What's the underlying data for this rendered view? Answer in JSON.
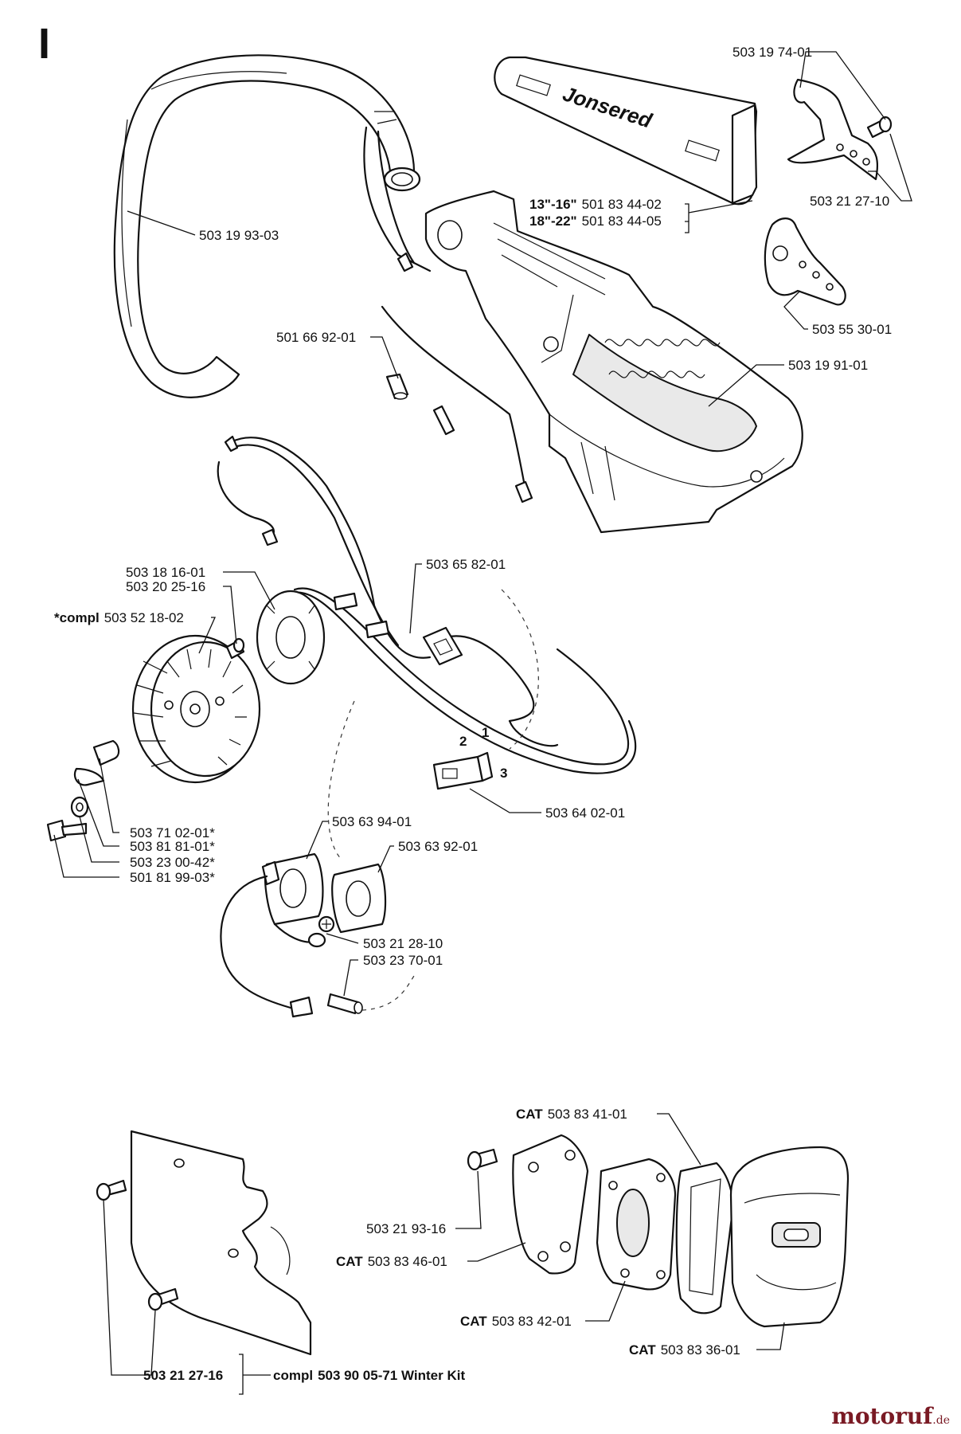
{
  "page_letter": "I",
  "brand_on_cover": "Jonsered",
  "watermark": {
    "name": "motoruf",
    "domain": ".de"
  },
  "labels": {
    "p503197401": {
      "prefix": "",
      "number": "503 19 74-01"
    },
    "p503212710": {
      "prefix": "",
      "number": "503 21 27-10"
    },
    "p501834402": {
      "prefix": "13\"-16\"",
      "number": "501 83 44-02"
    },
    "p501834405": {
      "prefix": "18\"-22\"",
      "number": "501 83 44-05"
    },
    "p503199303": {
      "prefix": "",
      "number": "503 19 93-03"
    },
    "p503553001": {
      "prefix": "",
      "number": "503 55 30-01"
    },
    "p501669201": {
      "prefix": "",
      "number": "501 66 92-01"
    },
    "p503199101": {
      "prefix": "",
      "number": "503 19 91-01"
    },
    "p503181601": {
      "prefix": "",
      "number": "503 18 16-01"
    },
    "p503202516": {
      "prefix": "",
      "number": "503 20 25-16"
    },
    "p503521802": {
      "prefix": "*compl",
      "number": "503 52 18-02"
    },
    "p503658201": {
      "prefix": "",
      "number": "503 65 82-01"
    },
    "p503640201": {
      "prefix": "",
      "number": "503 64 02-01"
    },
    "p503710201": {
      "prefix": "",
      "number": "503 71 02-01*"
    },
    "p503818101": {
      "prefix": "",
      "number": "503 81 81-01*"
    },
    "p503230042": {
      "prefix": "",
      "number": "503 23 00-42*"
    },
    "p501819903": {
      "prefix": "",
      "number": "501 81 99-03*"
    },
    "p503639401": {
      "prefix": "",
      "number": "503 63 94-01"
    },
    "p503639201": {
      "prefix": "",
      "number": "503 63 92-01"
    },
    "p503212810": {
      "prefix": "",
      "number": "503 21 28-10"
    },
    "p503237001": {
      "prefix": "",
      "number": "503 23 70-01"
    },
    "p503834101": {
      "prefix": "CAT",
      "number": "503 83 41-01"
    },
    "p503219316": {
      "prefix": "",
      "number": "503 21 93-16"
    },
    "p503834601": {
      "prefix": "CAT",
      "number": "503 83 46-01"
    },
    "p503834201": {
      "prefix": "CAT",
      "number": "503 83 42-01"
    },
    "p503833601": {
      "prefix": "CAT",
      "number": "503 83 36-01"
    },
    "p503212716": {
      "prefix": "",
      "number": "503 21 27-16"
    },
    "p503900571": {
      "prefix": "compl",
      "number": "503 90 05-71 Winter Kit"
    }
  },
  "terminal_numbers": {
    "t1": "1",
    "t2": "2",
    "t3": "3"
  }
}
